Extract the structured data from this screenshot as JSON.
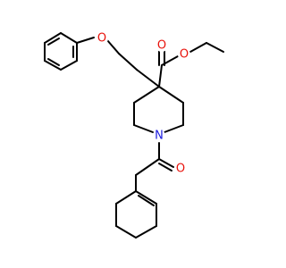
{
  "molecule": {
    "atoms": {
      "ester_carbonyl_o": {
        "label": "O"
      },
      "ester_o": {
        "label": "O"
      },
      "ether_o": {
        "label": "O"
      },
      "piperidine_n": {
        "label": "N"
      },
      "amide_o": {
        "label": "O"
      }
    },
    "colors": {
      "bond": "#000000",
      "oxygen": "#e8120b",
      "nitrogen": "#1a1adf"
    }
  }
}
